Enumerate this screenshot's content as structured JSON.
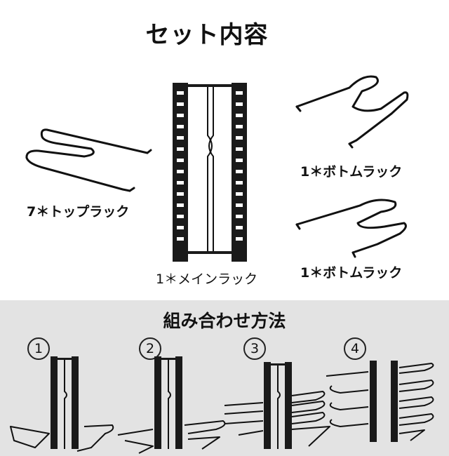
{
  "header": {
    "title": "セット内容"
  },
  "parts": {
    "top_rack_label": "7＊トップラック",
    "main_rack_label": "1＊メインラック",
    "bottom_rack_label_1": "1＊ボトムラック",
    "bottom_rack_label_2": "1＊ボトムラック"
  },
  "assembly": {
    "title": "組み合わせ方法",
    "steps": [
      {
        "number": "1"
      },
      {
        "number": "2"
      },
      {
        "number": "3"
      },
      {
        "number": "4"
      }
    ]
  }
}
